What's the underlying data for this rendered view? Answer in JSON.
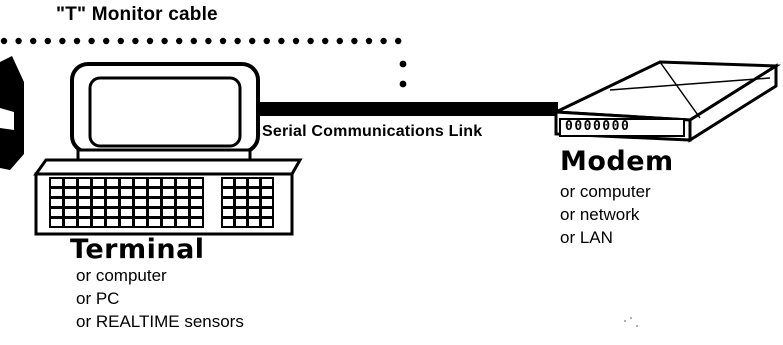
{
  "diagram": {
    "monitor_cable_label": "\"T\" Monitor cable",
    "link_label": "Serial Communications Link",
    "modem_leds": "0000000",
    "terminal": {
      "title": "Terminal",
      "alternatives": [
        "or computer",
        "or PC",
        "or REALTIME sensors"
      ]
    },
    "modem": {
      "title": "Modem",
      "alternatives": [
        "or computer",
        "or network",
        "or LAN"
      ]
    }
  }
}
